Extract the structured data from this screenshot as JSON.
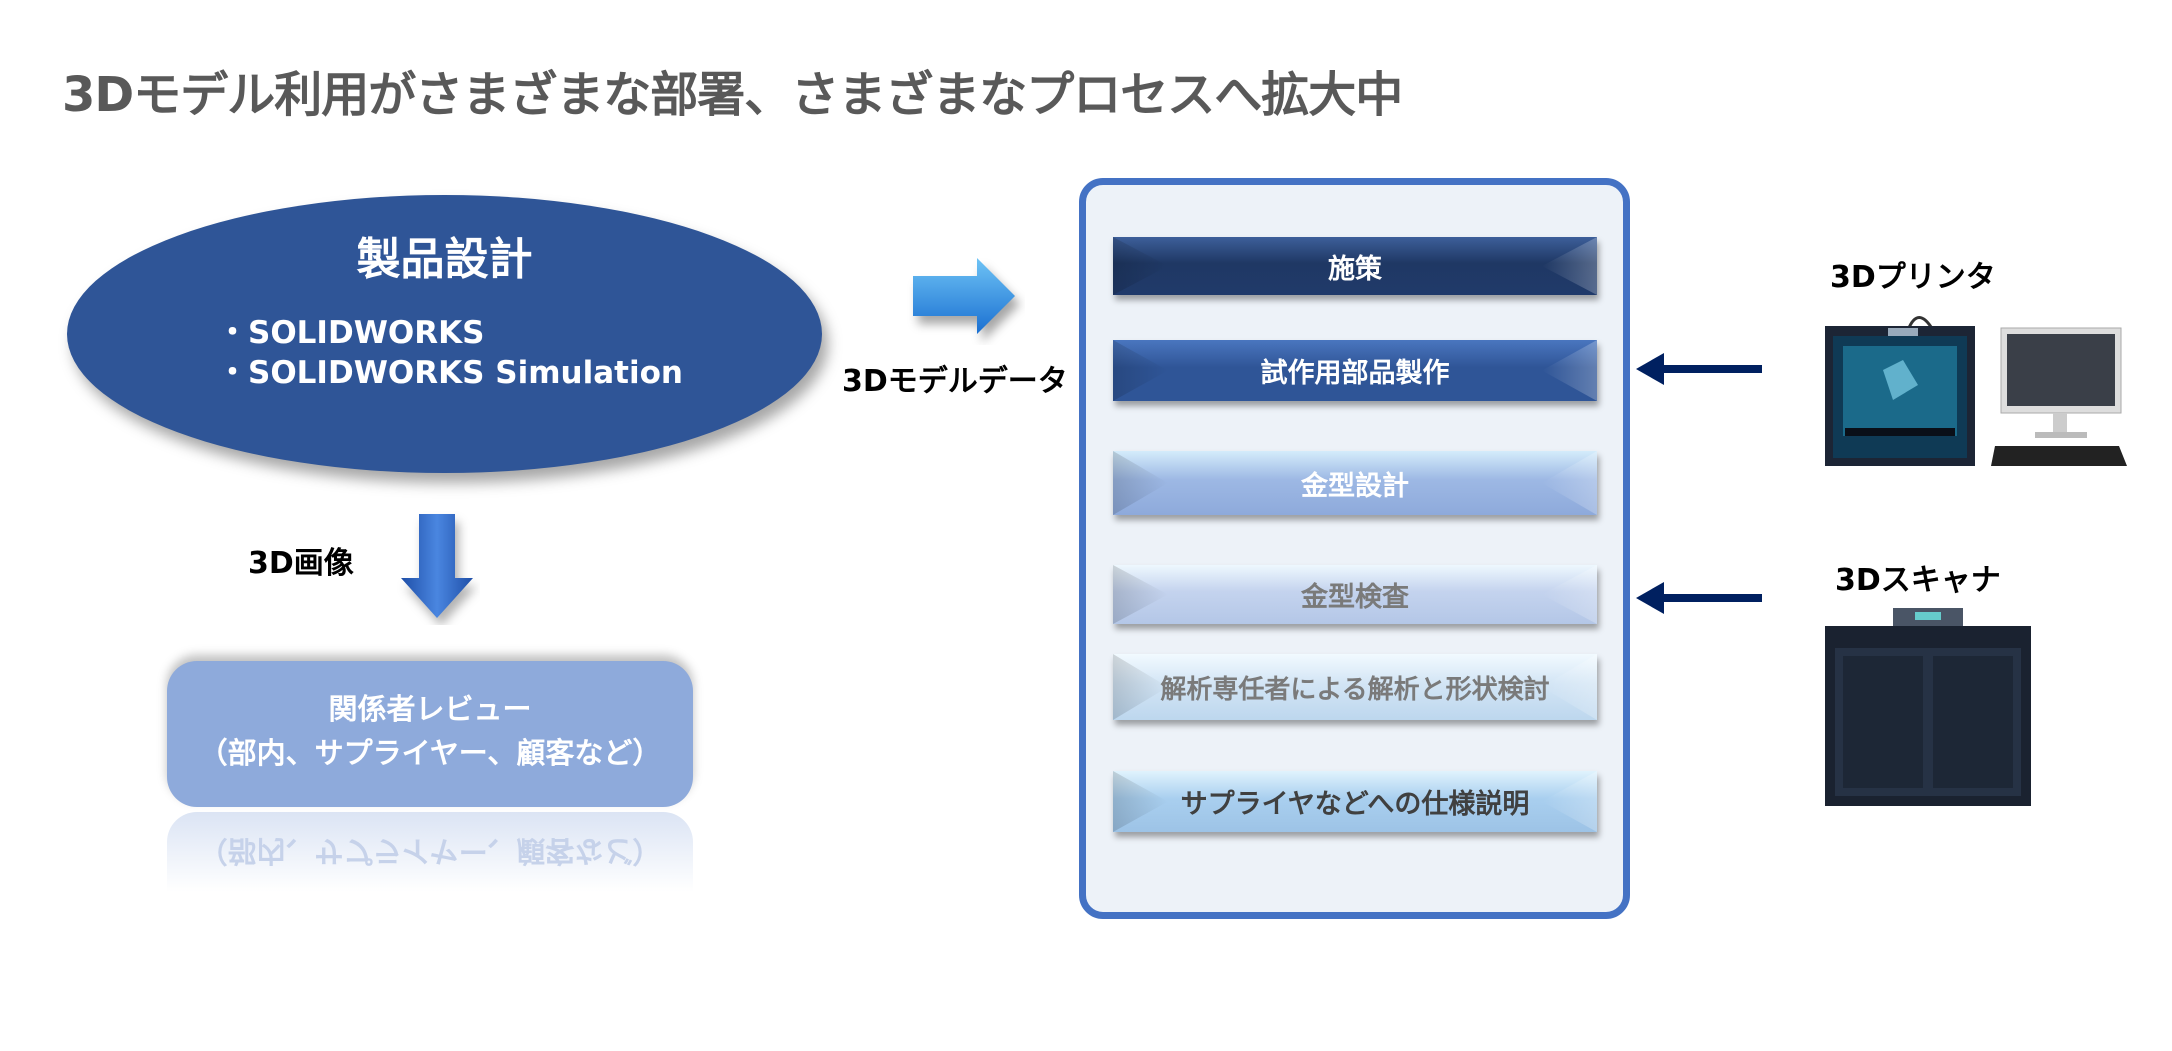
{
  "title": "3Dモデル利用がさまざまな部署、さまざまなプロセスへ拡大中",
  "design": {
    "heading": "製品設計",
    "items": [
      "・SOLIDWORKS",
      "・SOLIDWORKS Simulation"
    ]
  },
  "labels": {
    "model_data": "3Dモデルデータ",
    "image_3d": "3D画像",
    "printer": "3Dプリンタ",
    "scanner": "3Dスキャナ"
  },
  "review": {
    "line1": "関係者レビュー",
    "line2": "（部内、サプライヤー、顧客など）"
  },
  "process_steps": [
    "施策",
    "試作用部品製作",
    "金型設計",
    "金型検査",
    "解析専任者による解析と形状検討",
    "サプライヤなどへの仕様説明"
  ],
  "colors": {
    "ellipse": "#2f5597",
    "panel_border": "#4472c4",
    "arrow_dark": "#002060"
  }
}
